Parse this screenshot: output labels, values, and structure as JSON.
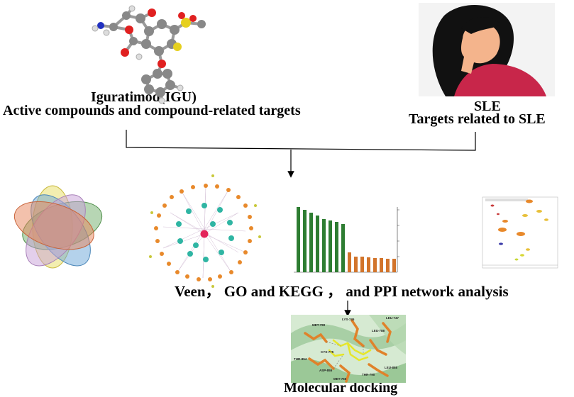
{
  "compound": {
    "name": "Iguratimod(IGU)",
    "subtitle": "Active compounds and compound-related targets"
  },
  "disease": {
    "name": "SLE",
    "subtitle": "Targets related to SLE"
  },
  "analysis_label": "Veen， GO and KEGG ， and PPI network analysis",
  "docking_label": "Molecular docking",
  "docking_residues": [
    "MET-790",
    "LYS-745",
    "LEU-747",
    "LEU-788",
    "THR-854",
    "CYS-775",
    "ASP-855",
    "MET-766",
    "THR-790",
    "LEU-858"
  ],
  "colors": {
    "bar_green": "#2e7d32",
    "bar_orange": "#d2742b",
    "network_center": "#e3245a",
    "network_inner": "#2fb5a3",
    "network_outer": "#e8892b",
    "avatar_shirt": "#c8264a",
    "avatar_skin": "#f4b48c",
    "docking_ligand": "#e0822a"
  }
}
